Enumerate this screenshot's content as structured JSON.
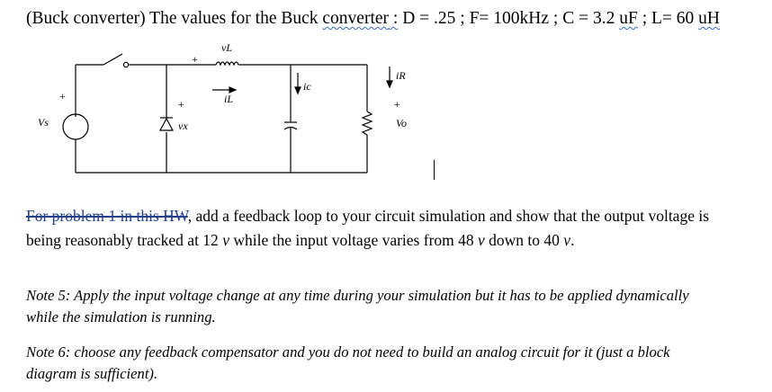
{
  "header": {
    "title_prefix": "(Buck converter) The values for the Buck ",
    "title_word_converter": "converter",
    "title_colon": " :",
    "title_params": " D = .25 ; F= 100kHz ; C = 3.2 ",
    "title_unit_uF": "uF",
    "title_mid": " ; L= 60 ",
    "title_unit_uH": "uH"
  },
  "circuit": {
    "label_vl": "vL",
    "label_il": "iL",
    "label_ic": "ic",
    "label_ir": "iR",
    "label_vs": "Vs",
    "label_vx": "vx",
    "label_vo": "Vo",
    "plus": "+",
    "minus": "−"
  },
  "problem": {
    "scribbled": "For problem 1 in this HW",
    "text_after_scribble": ", add a feedback loop to your circuit simulation and show that the output voltage is being reasonably tracked at 12 ",
    "unit_v1": "v",
    "text_mid": " while the input voltage varies from 48 ",
    "unit_v2": "v",
    "text_mid2": " down to 40 ",
    "unit_v3": "v",
    "text_end": "."
  },
  "notes": {
    "note5": "Note 5: Apply the input voltage change at any time during your simulation but it has to be applied dynamically while the simulation is running.",
    "note6": "Note 6: choose any feedback compensator and you do not need to build an analog circuit for it (just a block diagram is sufficient)."
  },
  "colors": {
    "squiggle": "#3a6cc8",
    "scribble": "#23408e"
  }
}
